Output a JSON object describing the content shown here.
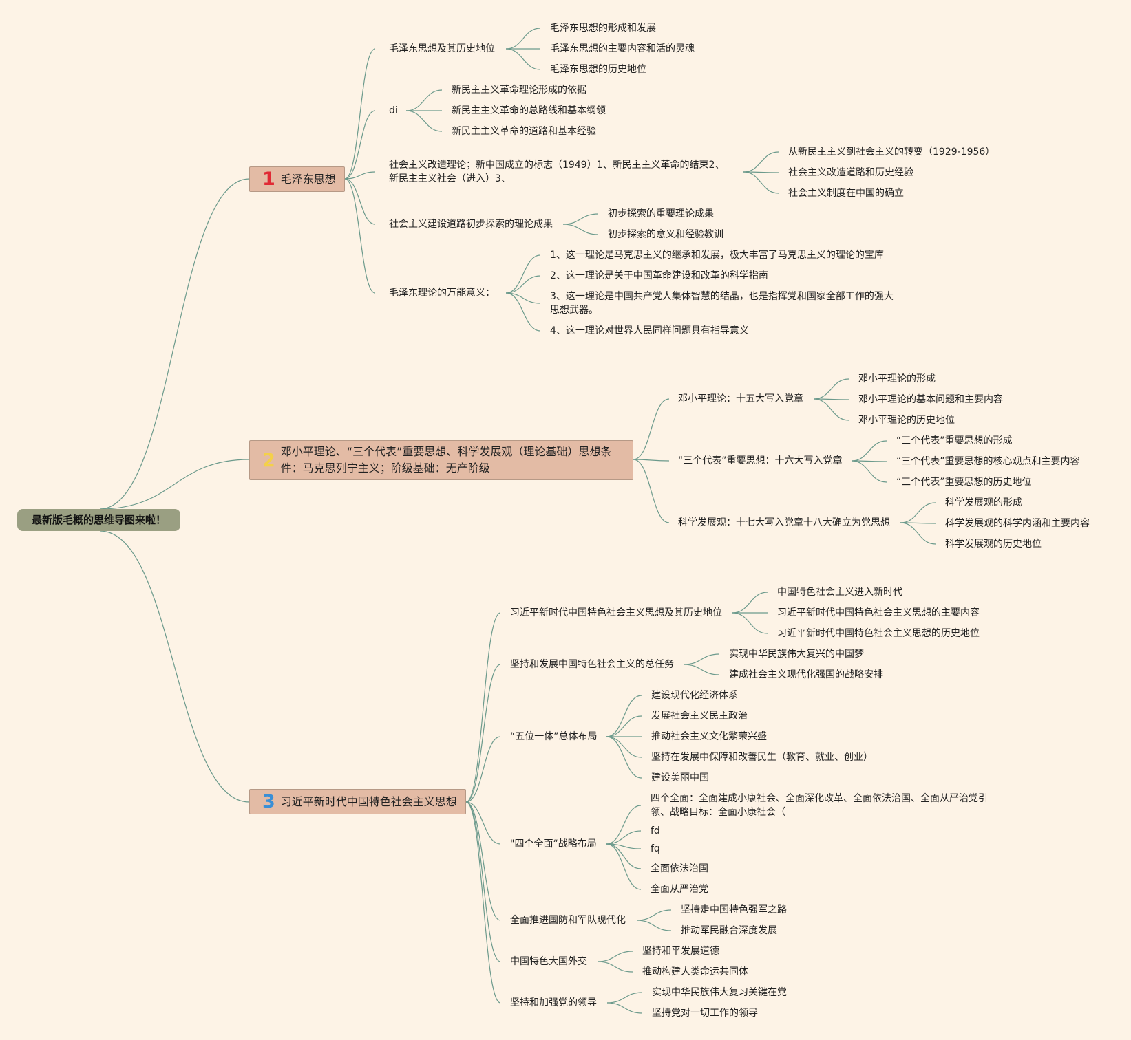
{
  "root": {
    "title": "最新版毛概的思维导图来啦！"
  },
  "colors": {
    "background": "#fdf3e6",
    "line": "#6c9a8c",
    "root_fill": "#9a9f82",
    "main_fill": "#e3bba5",
    "num1": "#e02a35",
    "num2": "#f4d04a",
    "num3": "#3a8fd6"
  },
  "main": [
    {
      "num": "1",
      "label": "毛泽东思想",
      "children": [
        {
          "label": "毛泽东思想及其历史地位",
          "children": [
            "毛泽东思想的形成和发展",
            "毛泽东思想的主要内容和活的灵魂",
            "毛泽东思想的历史地位"
          ]
        },
        {
          "label": "di",
          "children": [
            "新民主主义革命理论形成的依据",
            "新民主主义革命的总路线和基本纲领",
            "新民主主义革命的道路和基本经验"
          ]
        },
        {
          "label": "社会主义改造理论；新中国成立的标志（1949）1、新民主主义革命的结束2、新民主主义社会（进入）3、",
          "children": [
            "从新民主主义到社会主义的转变（1929-1956）",
            "社会主义改造道路和历史经验",
            "社会主义制度在中国的确立"
          ]
        },
        {
          "label": "社会主义建设道路初步探索的理论成果",
          "children": [
            "初步探索的重要理论成果",
            "初步探索的意义和经验教训"
          ]
        },
        {
          "label": "毛泽东理论的万能意义：",
          "children": [
            "1、这一理论是马克思主义的继承和发展，极大丰富了马克思主义的理论的宝库",
            "2、这一理论是关于中国革命建设和改革的科学指南",
            "3、这一理论是中国共产党人集体智慧的结晶，也是指挥党和国家全部工作的强大思想武器。",
            "4、这一理论对世界人民同样问题具有指导意义"
          ]
        }
      ]
    },
    {
      "num": "2",
      "label": "邓小平理论、“三个代表”重要思想、科学发展观（理论基础）思想条件：马克思列宁主义；阶级基础：无产阶级",
      "children": [
        {
          "label": "邓小平理论：十五大写入党章",
          "children": [
            "邓小平理论的形成",
            "邓小平理论的基本问题和主要内容",
            "邓小平理论的历史地位"
          ]
        },
        {
          "label": "“三个代表”重要思想：十六大写入党章",
          "children": [
            "“三个代表”重要思想的形成",
            "“三个代表”重要思想的核心观点和主要内容",
            "“三个代表”重要思想的历史地位"
          ]
        },
        {
          "label": "科学发展观：十七大写入党章十八大确立为党思想",
          "children": [
            "科学发展观的形成",
            "科学发展观的科学内涵和主要内容",
            "科学发展观的历史地位"
          ]
        }
      ]
    },
    {
      "num": "3",
      "label": "习近平新时代中国特色社会主义思想",
      "children": [
        {
          "label": "习近平新时代中国特色社会主义思想及其历史地位",
          "children": [
            "中国特色社会主义进入新时代",
            "习近平新时代中国特色社会主义思想的主要内容",
            "习近平新时代中国特色社会主义思想的历史地位"
          ]
        },
        {
          "label": "坚持和发展中国特色社会主义的总任务",
          "children": [
            "实现中华民族伟大复兴的中国梦",
            "建成社会主义现代化强国的战略安排"
          ]
        },
        {
          "label": "“五位一体”总体布局",
          "children": [
            "建设现代化经济体系",
            "发展社会主义民主政治",
            "推动社会主义文化繁荣兴盛",
            "坚持在发展中保障和改善民生（教育、就业、创业）",
            "建设美丽中国"
          ]
        },
        {
          "label": "\"四个全面“战略布局",
          "children": [
            "四个全面：全面建成小康社会、全面深化改革、全面依法治国、全面从严治党引领、战略目标：全面小康社会（",
            "fd",
            "fq",
            "全面依法治国",
            "全面从严治党"
          ]
        },
        {
          "label": "全面推进国防和军队现代化",
          "children": [
            "坚持走中国特色强军之路",
            "推动军民融合深度发展"
          ]
        },
        {
          "label": "中国特色大国外交",
          "children": [
            "坚持和平发展道德",
            "推动构建人类命运共同体"
          ]
        },
        {
          "label": "坚持和加强党的领导",
          "children": [
            "实现中华民族伟大复习关键在党",
            "坚持党对一切工作的领导"
          ]
        }
      ]
    }
  ]
}
